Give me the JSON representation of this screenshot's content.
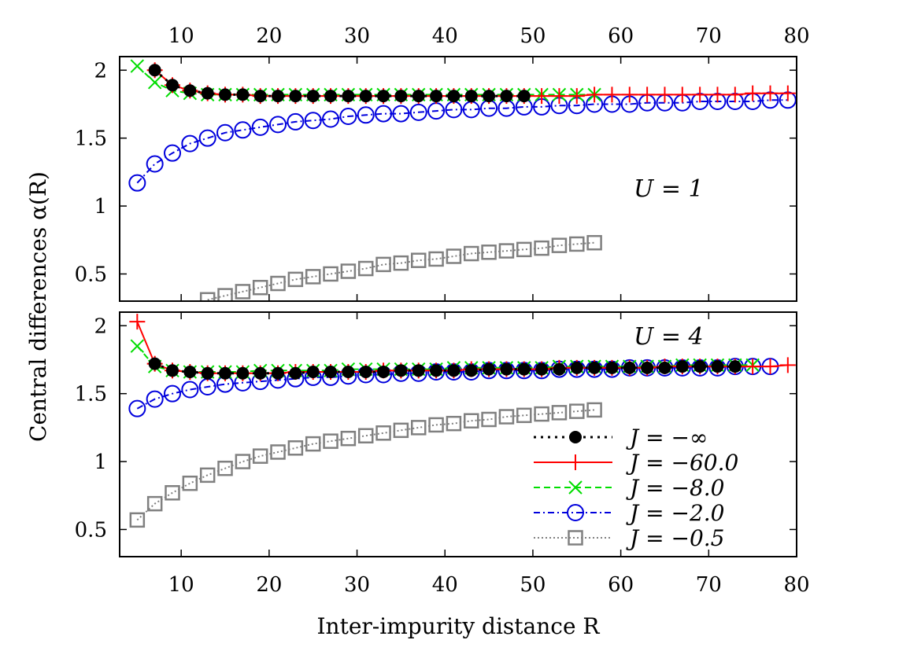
{
  "figure": {
    "xlabel": "Inter-impurity distance R",
    "ylabel": "Central differences α(R)"
  },
  "legend": {
    "items": [
      {
        "label": "J = −∞",
        "series": "J_inf"
      },
      {
        "label": "J = −60.0",
        "series": "J_60"
      },
      {
        "label": "J = −8.0",
        "series": "J_8"
      },
      {
        "label": "J = −2.0",
        "series": "J_2"
      },
      {
        "label": "J = −0.5",
        "series": "J_05"
      }
    ]
  },
  "styles": {
    "J_inf": {
      "color": "#000000",
      "marker": "filled-circle",
      "dash": "3,6",
      "width": 3
    },
    "J_60": {
      "color": "#ff0000",
      "marker": "plus",
      "dash": "",
      "width": 2
    },
    "J_8": {
      "color": "#00dd00",
      "marker": "cross",
      "dash": "8,5",
      "width": 2
    },
    "J_2": {
      "color": "#0000dd",
      "marker": "open-circle",
      "dash": "8,4,2,4",
      "width": 2
    },
    "J_05": {
      "color": "#808080",
      "marker": "open-square",
      "dash": "2,3",
      "width": 2
    }
  },
  "chart_data": [
    {
      "type": "line",
      "panel": "top",
      "annotation": "U = 1",
      "xlim": [
        3,
        80
      ],
      "ylim": [
        0.3,
        2.1
      ],
      "xticks": [
        10,
        20,
        30,
        40,
        50,
        60,
        70,
        80
      ],
      "yticks": [
        0.5,
        1,
        1.5,
        2
      ],
      "ytick_labels": [
        "0.5",
        "1",
        "1.5",
        "2"
      ],
      "top_tick_labels": [
        "10",
        "20",
        "30",
        "40",
        "50",
        "60",
        "70",
        "80"
      ],
      "series": [
        {
          "id": "J_2",
          "x": [
            5,
            7,
            9,
            11,
            13,
            15,
            17,
            19,
            21,
            23,
            25,
            27,
            29,
            31,
            33,
            35,
            37,
            39,
            41,
            43,
            45,
            47,
            49,
            51,
            53,
            55,
            57,
            59,
            61,
            63,
            65,
            67,
            69,
            71,
            73,
            75,
            77,
            79
          ],
          "y": [
            1.17,
            1.31,
            1.39,
            1.46,
            1.5,
            1.54,
            1.56,
            1.58,
            1.6,
            1.62,
            1.63,
            1.64,
            1.66,
            1.67,
            1.68,
            1.68,
            1.69,
            1.7,
            1.71,
            1.71,
            1.72,
            1.72,
            1.73,
            1.73,
            1.74,
            1.74,
            1.75,
            1.75,
            1.75,
            1.76,
            1.76,
            1.76,
            1.77,
            1.77,
            1.77,
            1.77,
            1.78,
            1.78
          ]
        },
        {
          "id": "J_05",
          "x": [
            13,
            15,
            17,
            19,
            21,
            23,
            25,
            27,
            29,
            31,
            33,
            35,
            37,
            39,
            41,
            43,
            45,
            47,
            49,
            51,
            53,
            55,
            57
          ],
          "y": [
            0.31,
            0.34,
            0.37,
            0.4,
            0.43,
            0.46,
            0.48,
            0.5,
            0.52,
            0.54,
            0.57,
            0.58,
            0.6,
            0.61,
            0.63,
            0.65,
            0.66,
            0.67,
            0.68,
            0.69,
            0.71,
            0.72,
            0.73
          ]
        },
        {
          "id": "J_8",
          "x": [
            5,
            7,
            9,
            11,
            13,
            15,
            17,
            19,
            21,
            23,
            25,
            27,
            29,
            31,
            33,
            35,
            37,
            39,
            41,
            43,
            45,
            47,
            49,
            51,
            53,
            55,
            57
          ],
          "y": [
            2.03,
            1.91,
            1.85,
            1.83,
            1.82,
            1.82,
            1.82,
            1.82,
            1.82,
            1.82,
            1.82,
            1.82,
            1.82,
            1.82,
            1.82,
            1.82,
            1.82,
            1.82,
            1.82,
            1.82,
            1.82,
            1.82,
            1.82,
            1.82,
            1.82,
            1.82,
            1.82
          ]
        },
        {
          "id": "J_60",
          "x": [
            7,
            9,
            11,
            13,
            15,
            17,
            19,
            21,
            23,
            25,
            27,
            29,
            31,
            33,
            35,
            37,
            39,
            41,
            43,
            45,
            47,
            49,
            51,
            53,
            55,
            57,
            59,
            61,
            63,
            65,
            67,
            69,
            71,
            73,
            75,
            77,
            79
          ],
          "y": [
            2.0,
            1.89,
            1.85,
            1.83,
            1.82,
            1.82,
            1.81,
            1.81,
            1.81,
            1.81,
            1.81,
            1.81,
            1.81,
            1.81,
            1.81,
            1.81,
            1.81,
            1.81,
            1.81,
            1.81,
            1.81,
            1.81,
            1.81,
            1.81,
            1.81,
            1.82,
            1.82,
            1.82,
            1.82,
            1.82,
            1.82,
            1.82,
            1.82,
            1.82,
            1.83,
            1.83,
            1.83
          ]
        },
        {
          "id": "J_inf",
          "x": [
            7,
            9,
            11,
            13,
            15,
            17,
            19,
            21,
            23,
            25,
            27,
            29,
            31,
            33,
            35,
            37,
            39,
            41,
            43,
            45,
            47,
            49
          ],
          "y": [
            2.0,
            1.89,
            1.85,
            1.83,
            1.82,
            1.82,
            1.81,
            1.81,
            1.81,
            1.81,
            1.81,
            1.81,
            1.81,
            1.81,
            1.81,
            1.81,
            1.81,
            1.81,
            1.81,
            1.81,
            1.81,
            1.81
          ]
        }
      ]
    },
    {
      "type": "line",
      "panel": "bottom",
      "annotation": "U = 4",
      "xlim": [
        3,
        80
      ],
      "ylim": [
        0.3,
        2.1
      ],
      "xticks": [
        10,
        20,
        30,
        40,
        50,
        60,
        70,
        80
      ],
      "xtick_labels": [
        "10",
        "20",
        "30",
        "40",
        "50",
        "60",
        "70",
        "80"
      ],
      "yticks": [
        0.5,
        1,
        1.5,
        2
      ],
      "ytick_labels": [
        "0.5",
        "1",
        "1.5",
        "2"
      ],
      "series": [
        {
          "id": "J_05",
          "x": [
            5,
            7,
            9,
            11,
            13,
            15,
            17,
            19,
            21,
            23,
            25,
            27,
            29,
            31,
            33,
            35,
            37,
            39,
            41,
            43,
            45,
            47,
            49,
            51,
            53,
            55,
            57
          ],
          "y": [
            0.57,
            0.69,
            0.77,
            0.84,
            0.9,
            0.95,
            1.0,
            1.04,
            1.07,
            1.1,
            1.13,
            1.15,
            1.17,
            1.19,
            1.21,
            1.23,
            1.25,
            1.27,
            1.28,
            1.3,
            1.31,
            1.33,
            1.34,
            1.35,
            1.36,
            1.37,
            1.38
          ]
        },
        {
          "id": "J_2",
          "x": [
            5,
            7,
            9,
            11,
            13,
            15,
            17,
            19,
            21,
            23,
            25,
            27,
            29,
            31,
            33,
            35,
            37,
            39,
            41,
            43,
            45,
            47,
            49,
            51,
            53,
            55,
            57,
            59,
            61,
            63,
            65,
            67,
            69,
            71,
            73,
            75,
            77
          ],
          "y": [
            1.39,
            1.46,
            1.5,
            1.53,
            1.55,
            1.57,
            1.58,
            1.59,
            1.6,
            1.61,
            1.62,
            1.62,
            1.63,
            1.64,
            1.64,
            1.65,
            1.65,
            1.66,
            1.66,
            1.66,
            1.67,
            1.67,
            1.67,
            1.67,
            1.68,
            1.68,
            1.68,
            1.68,
            1.69,
            1.69,
            1.69,
            1.69,
            1.69,
            1.69,
            1.7,
            1.7,
            1.7
          ]
        },
        {
          "id": "J_8",
          "x": [
            5,
            7,
            9,
            11,
            13,
            15,
            17,
            19,
            21,
            23,
            25,
            27,
            29,
            31,
            33,
            35,
            37,
            39,
            41,
            43,
            45,
            47,
            49,
            51,
            53,
            55,
            57,
            59,
            61,
            63,
            65,
            67,
            69,
            71,
            73,
            75
          ],
          "y": [
            1.85,
            1.7,
            1.67,
            1.66,
            1.66,
            1.66,
            1.66,
            1.67,
            1.67,
            1.67,
            1.67,
            1.67,
            1.68,
            1.68,
            1.68,
            1.68,
            1.68,
            1.68,
            1.69,
            1.69,
            1.69,
            1.69,
            1.69,
            1.69,
            1.7,
            1.7,
            1.7,
            1.7,
            1.7,
            1.7,
            1.7,
            1.71,
            1.71,
            1.71,
            1.71,
            1.71
          ]
        },
        {
          "id": "J_60",
          "x": [
            5,
            7,
            9,
            11,
            13,
            15,
            17,
            19,
            21,
            23,
            25,
            27,
            29,
            31,
            33,
            35,
            37,
            39,
            41,
            43,
            45,
            47,
            49,
            51,
            53,
            55,
            57,
            59,
            61,
            63,
            65,
            67,
            69,
            71,
            73,
            75,
            77,
            79
          ],
          "y": [
            2.03,
            1.72,
            1.67,
            1.66,
            1.65,
            1.65,
            1.65,
            1.65,
            1.65,
            1.66,
            1.66,
            1.66,
            1.66,
            1.66,
            1.67,
            1.67,
            1.67,
            1.67,
            1.67,
            1.68,
            1.68,
            1.68,
            1.68,
            1.68,
            1.69,
            1.69,
            1.69,
            1.69,
            1.69,
            1.69,
            1.7,
            1.7,
            1.7,
            1.7,
            1.7,
            1.7,
            1.7,
            1.71
          ]
        },
        {
          "id": "J_inf",
          "x": [
            7,
            9,
            11,
            13,
            15,
            17,
            19,
            21,
            23,
            25,
            27,
            29,
            31,
            33,
            35,
            37,
            39,
            41,
            43,
            45,
            47,
            49,
            51,
            53,
            55,
            57,
            59,
            61,
            63,
            65,
            67,
            69,
            71,
            73
          ],
          "y": [
            1.72,
            1.67,
            1.66,
            1.65,
            1.65,
            1.65,
            1.65,
            1.65,
            1.65,
            1.66,
            1.66,
            1.66,
            1.66,
            1.66,
            1.67,
            1.67,
            1.67,
            1.67,
            1.67,
            1.68,
            1.68,
            1.68,
            1.68,
            1.68,
            1.69,
            1.69,
            1.69,
            1.69,
            1.69,
            1.69,
            1.7,
            1.7,
            1.7,
            1.7
          ]
        }
      ]
    }
  ]
}
